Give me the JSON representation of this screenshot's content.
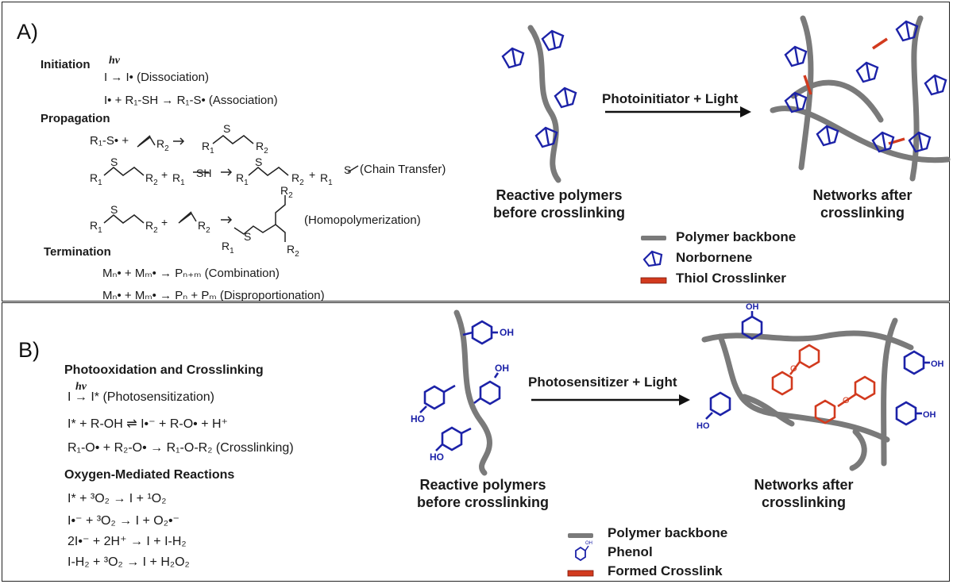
{
  "panel_a": {
    "label": "A)",
    "mechanism": {
      "initiation_heading": "Initiation",
      "hv": "hν",
      "dissociation": "I → I•  (Dissociation)",
      "association": "I• + R₁-SH → R₁-S•  (Association)",
      "propagation_heading": "Propagation",
      "prop1_left": "R₁-S• +",
      "prop1_r2": "R₂",
      "chain_transfer": "(Chain Transfer)",
      "homopolymerization": "(Homopolymerization)",
      "termination_heading": "Termination",
      "combination": "Mₙ• + Mₘ• → Pₙ₊ₘ  (Combination)",
      "disproportionation": "Mₙ• + Mₘ• → Pₙ + Pₘ  (Disproportionation)"
    },
    "arrow_label": "Photoinitiator + Light",
    "before_label_1": "Reactive polymers",
    "before_label_2": "before crosslinking",
    "after_label_1": "Networks after",
    "after_label_2": "crosslinking",
    "legend": [
      "Polymer backbone",
      "Norbornene",
      "Thiol Crosslinker"
    ]
  },
  "panel_b": {
    "label": "B)",
    "mechanism": {
      "heading1": "Photooxidation and Crosslinking",
      "hv": "hν",
      "photosensitization": "I → I*  (Photosensitization)",
      "eq2": "I* + R-OH ⇌ I•⁻ + R-O• + H⁺",
      "eq3": "R₁-O• + R₂-O• → R₁-O-R₂  (Crosslinking)",
      "heading2": "Oxygen-Mediated Reactions",
      "eq4": "I* + ³O₂ → I + ¹O₂",
      "eq5": "I•⁻ + ³O₂ → I + O₂•⁻",
      "eq6": "2I•⁻ + 2H⁺ → I + I-H₂",
      "eq7": "I-H₂ + ³O₂ → I + H₂O₂"
    },
    "arrow_label": "Photosensitizer + Light",
    "before_label_1": "Reactive polymers",
    "before_label_2": "before crosslinking",
    "after_label_1": "Networks after",
    "after_label_2": "crosslinking",
    "oh": "OH",
    "ho": "HO",
    "legend": [
      "Polymer backbone",
      "Phenol",
      "Formed Crosslink"
    ]
  },
  "colors": {
    "backbone": "#7a7a7a",
    "norbornene": "#1c22a8",
    "crosslink": "#d23a1e",
    "text": "#1a1a1a"
  }
}
